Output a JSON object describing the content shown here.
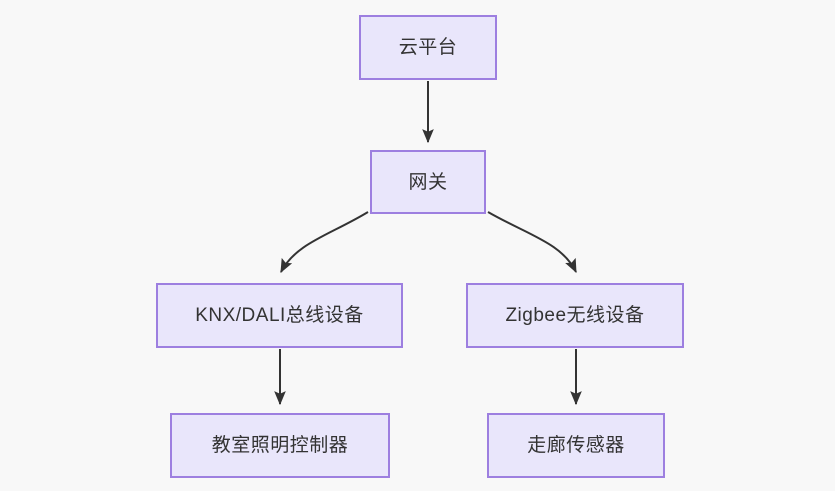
{
  "diagram": {
    "type": "flowchart",
    "direction": "top-down",
    "background_color": "#f8f8f8",
    "node_fill_color": "#e9e6fb",
    "node_border_color": "#9d7fe0",
    "edge_color": "#333333",
    "nodes": [
      {
        "id": "cloud",
        "label": "云平台"
      },
      {
        "id": "gateway",
        "label": "网关"
      },
      {
        "id": "knx",
        "label": "KNX/DALI总线设备"
      },
      {
        "id": "zigbee",
        "label": "Zigbee无线设备"
      },
      {
        "id": "classroom",
        "label": "教室照明控制器"
      },
      {
        "id": "corridor",
        "label": "走廊传感器"
      }
    ],
    "edges": [
      {
        "from": "cloud",
        "to": "gateway",
        "style": "straight",
        "arrow": "end"
      },
      {
        "from": "gateway",
        "to": "knx",
        "style": "curved",
        "arrow": "end"
      },
      {
        "from": "gateway",
        "to": "zigbee",
        "style": "curved",
        "arrow": "end"
      },
      {
        "from": "knx",
        "to": "classroom",
        "style": "straight",
        "arrow": "end"
      },
      {
        "from": "zigbee",
        "to": "corridor",
        "style": "straight",
        "arrow": "end"
      }
    ]
  }
}
